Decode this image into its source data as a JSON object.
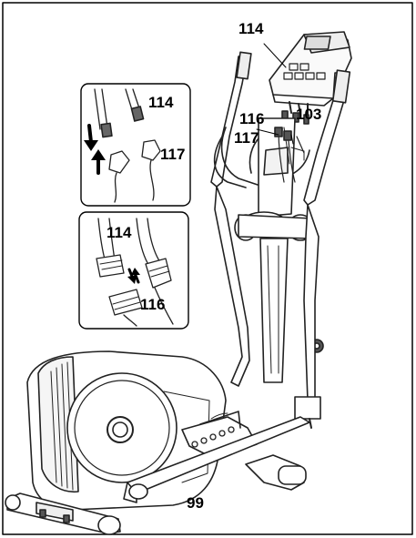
{
  "diagram": {
    "part_labels": {
      "console": "114",
      "inset_top_cable": "114",
      "inset_top_connector": "117",
      "inset_bottom_cable": "114",
      "inset_bottom_connector": "116",
      "upper_116": "116",
      "upper_117": "117",
      "upper_103": "103",
      "base_frame": "99"
    }
  }
}
